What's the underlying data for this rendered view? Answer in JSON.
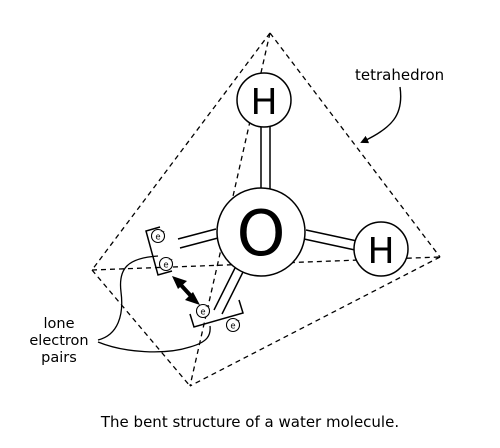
{
  "diagram": {
    "atoms": {
      "oxygen": "O",
      "hydrogen_top": "H",
      "hydrogen_right": "H"
    },
    "electron_symbol": "e",
    "electron_charge": "−",
    "labels": {
      "tetrahedron": "tetrahedron",
      "lone_pairs_line1": "lone",
      "lone_pairs_line2": "electron",
      "lone_pairs_line3": "pairs"
    },
    "caption": "The bent structure of a water molecule."
  },
  "colors": {
    "ink": "#000000",
    "background": "#ffffff"
  }
}
